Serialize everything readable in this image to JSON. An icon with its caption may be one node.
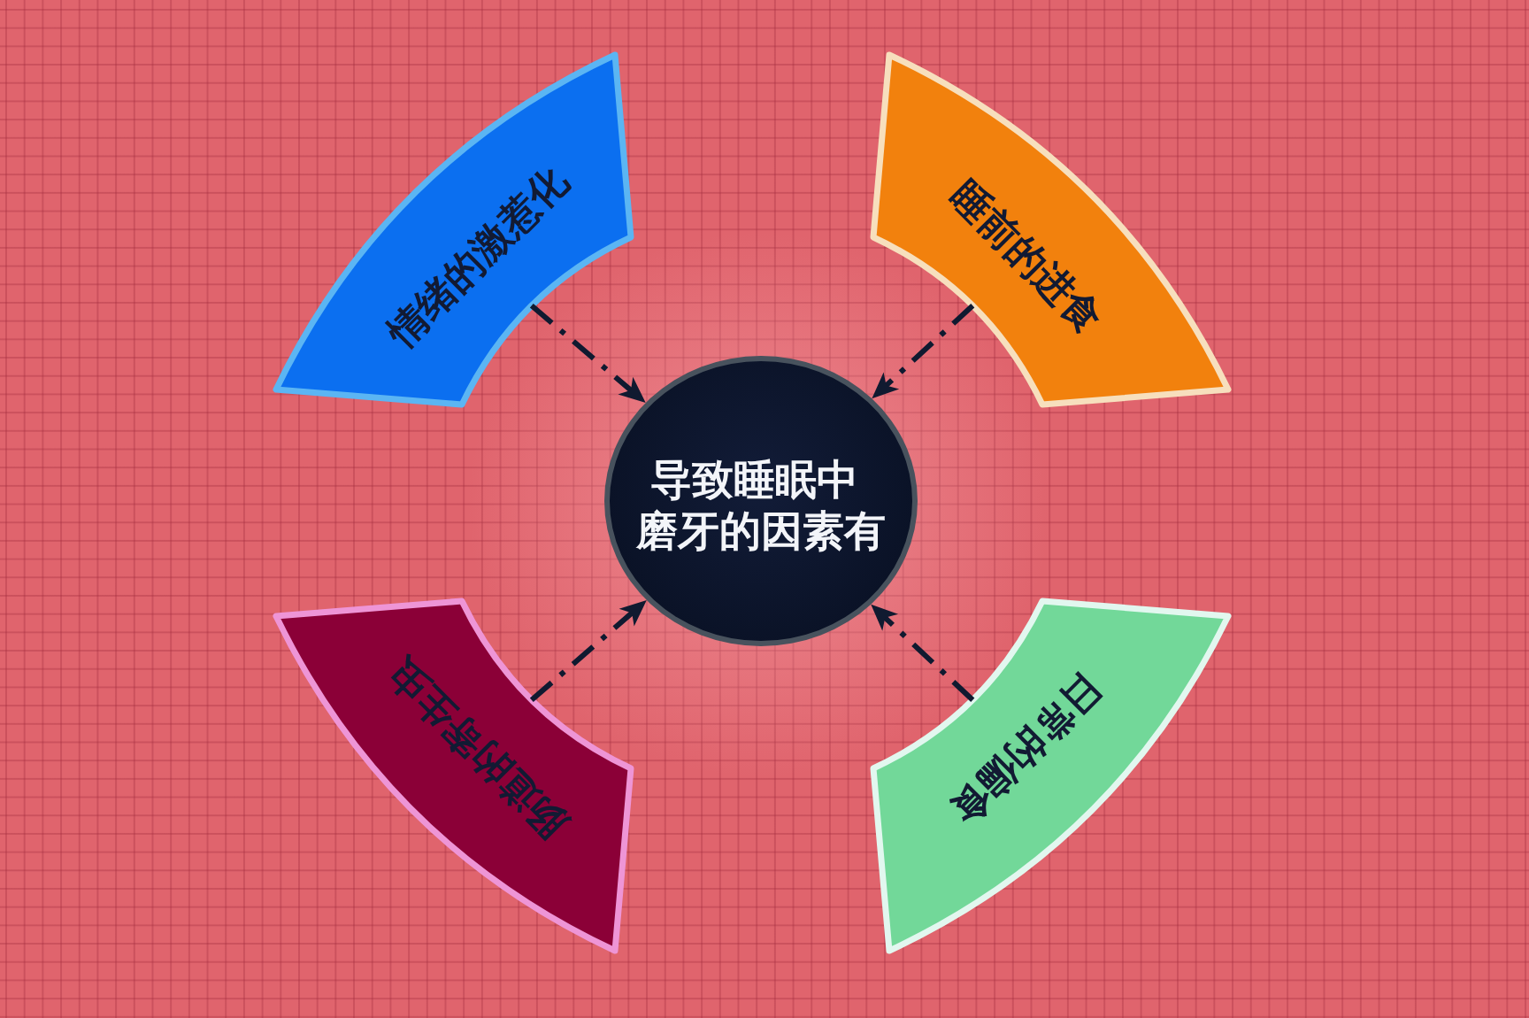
{
  "diagram": {
    "nodes": [
      {
        "text": [
          "情绪的激惹化"
        ]
      },
      {
        "text": [
          "睡前的进食"
        ]
      },
      {
        "text": [
          "导致睡眠中磨牙的因素有"
        ]
      },
      {
        "text": [
          "肠道的寄生虫"
        ]
      },
      {
        "text": [
          "日常的偏食"
        ]
      }
    ],
    "edges": [
      {
        "from": 0,
        "to": 2,
        "arrow": "to",
        "style": "dashed"
      },
      {
        "from": 1,
        "to": 2,
        "arrow": "to",
        "style": "dashed"
      },
      {
        "from": 3,
        "to": 2,
        "arrow": "to",
        "style": "dashed"
      },
      {
        "from": 4,
        "to": 2,
        "arrow": "to",
        "style": "dashed"
      }
    ]
  }
}
